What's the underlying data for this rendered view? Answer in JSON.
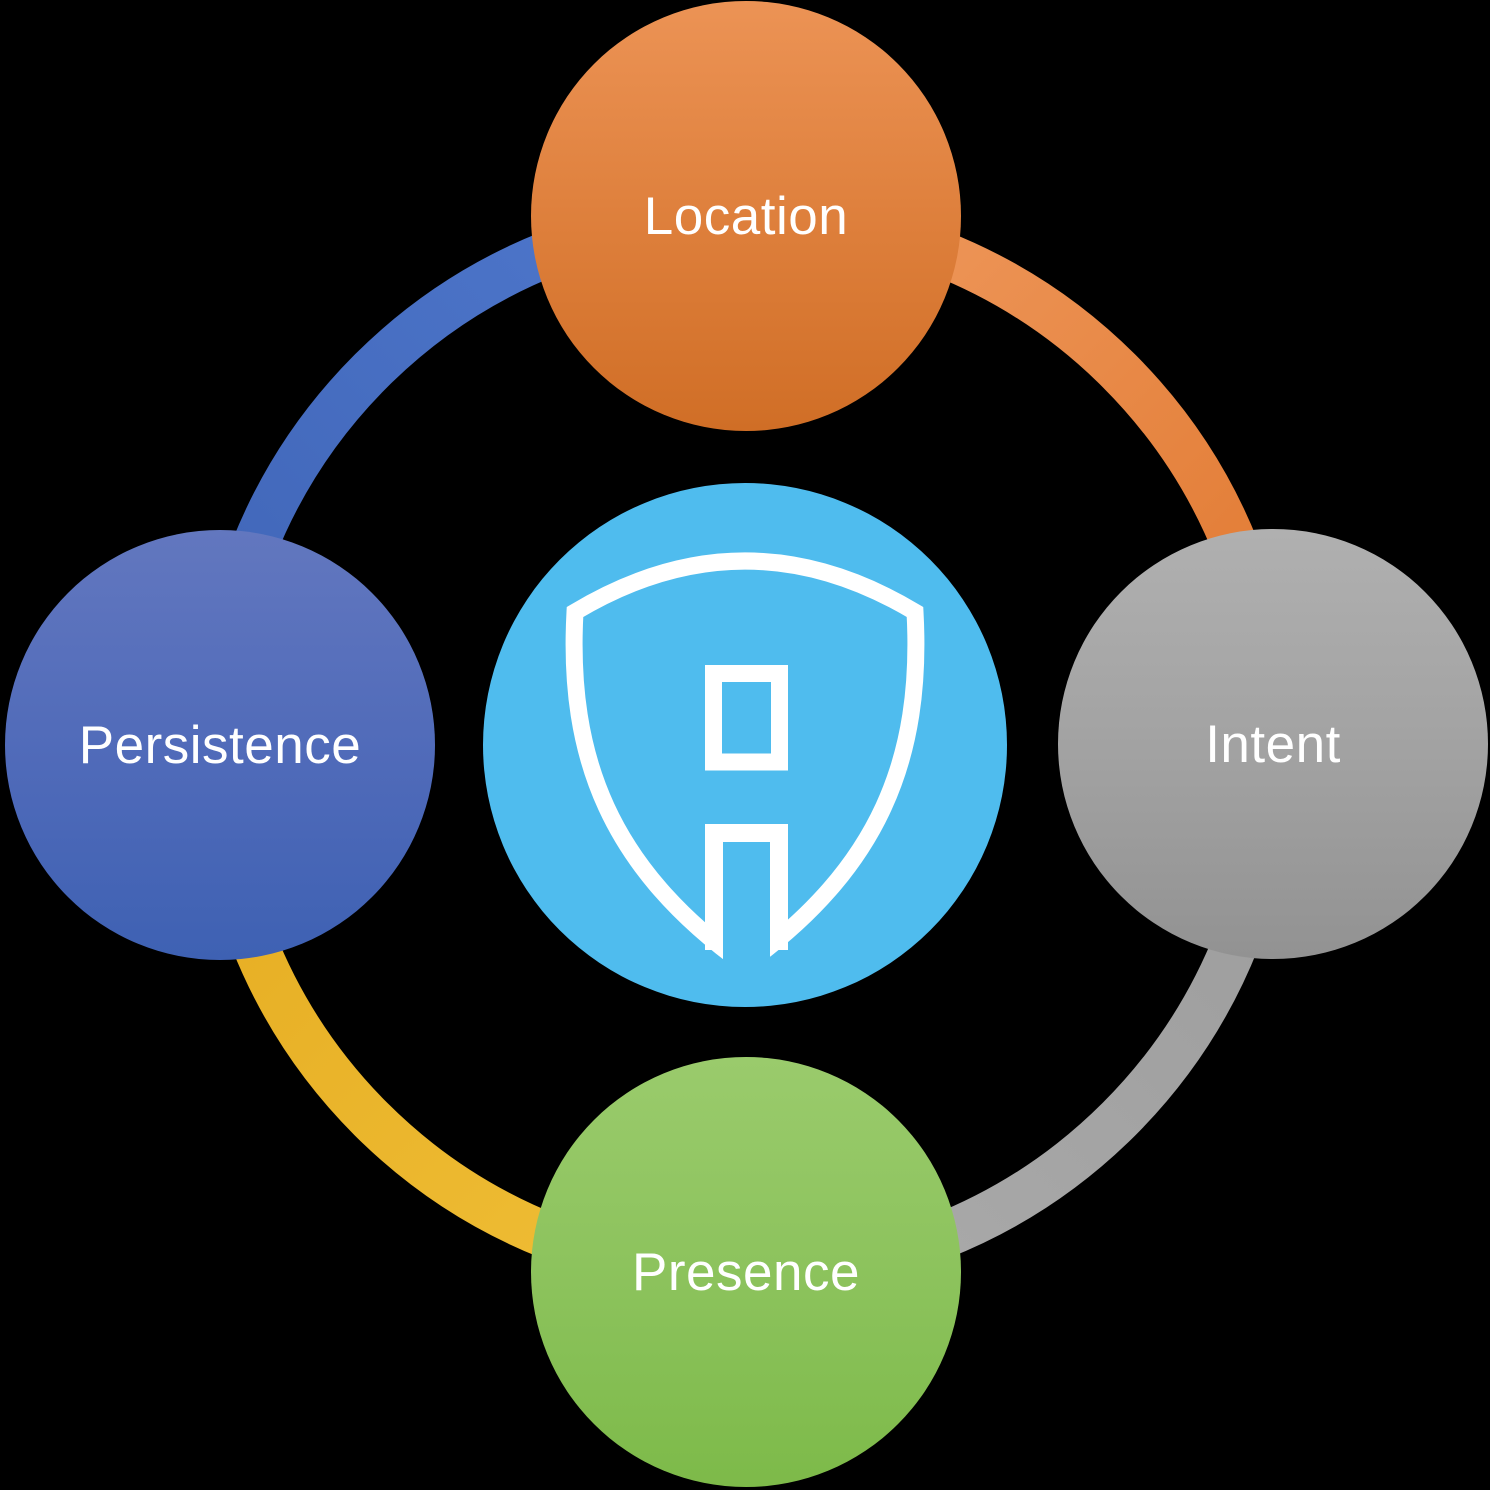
{
  "diagram": {
    "type": "cycle",
    "background_color": "#000000",
    "center_node": {
      "icon": "shield-a-logo",
      "circle_color": "#4FBCEE",
      "icon_color": "#FFFFFF"
    },
    "nodes": [
      {
        "id": "location",
        "label": "Location",
        "position": "top",
        "color": "#DD7E3A",
        "text_color": "#FFFFFF"
      },
      {
        "id": "intent",
        "label": "Intent",
        "position": "right",
        "color": "#A1A1A1",
        "text_color": "#FFFFFF"
      },
      {
        "id": "presence",
        "label": "Presence",
        "position": "bottom",
        "color": "#8BC25B",
        "text_color": "#FFFFFF"
      },
      {
        "id": "persistence",
        "label": "Persistence",
        "position": "left",
        "color": "#4F6AB9",
        "text_color": "#FFFFFF"
      }
    ],
    "ring": {
      "arcs": [
        {
          "from": "persistence",
          "to": "location",
          "quadrant": "top-left",
          "color": "#4670C4"
        },
        {
          "from": "location",
          "to": "intent",
          "quadrant": "top-right",
          "color": "#E8853D"
        },
        {
          "from": "intent",
          "to": "presence",
          "quadrant": "bottom-right",
          "color": "#A2A2A2"
        },
        {
          "from": "presence",
          "to": "persistence",
          "quadrant": "bottom-left",
          "color": "#EAB32C"
        }
      ]
    }
  }
}
